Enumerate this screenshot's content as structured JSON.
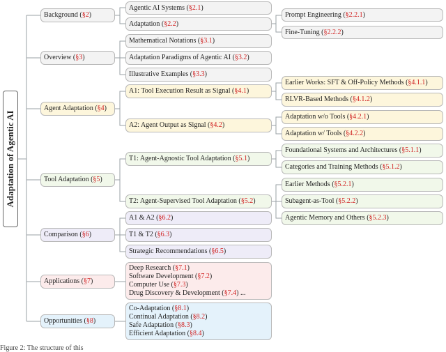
{
  "root": "Adaptation of Agentic AI",
  "caption": "Figure 2: The structure of this",
  "colors": {
    "gray": "#f3f3f3",
    "yellow": "#fdf6dc",
    "green": "#f1f8ea",
    "purple": "#eeecf8",
    "pink": "#fcebeb",
    "blue": "#e4f2fb",
    "ref": "#d02020"
  },
  "nodes": [
    {
      "id": "background",
      "text": "Background (",
      "ref": "§2",
      "tail": ")"
    },
    {
      "id": "agentic_ai_systems",
      "text": "Agentic AI Systems (",
      "ref": "§2.1",
      "tail": ")"
    },
    {
      "id": "adaptation",
      "text": "Adaptation (",
      "ref": "§2.2",
      "tail": ")"
    },
    {
      "id": "prompt_engineering",
      "text": "Prompt Engineering (",
      "ref": "§2.2.1",
      "tail": ")"
    },
    {
      "id": "fine_tuning",
      "text": "Fine-Tuning (",
      "ref": "§2.2.2",
      "tail": ")"
    },
    {
      "id": "overview",
      "text": "Overview (",
      "ref": "§3",
      "tail": ")"
    },
    {
      "id": "math_notations",
      "text": "Mathematical Notations (",
      "ref": "§3.1",
      "tail": ")"
    },
    {
      "id": "adaptation_paradigms",
      "text": "Adaptation Paradigms of Agentic AI (",
      "ref": "§3.2",
      "tail": ")"
    },
    {
      "id": "illustrative_examples",
      "text": "Illustrative Examples (",
      "ref": "§3.3",
      "tail": ")"
    },
    {
      "id": "agent_adaptation",
      "text": "Agent Adaptation (",
      "ref": "§4",
      "tail": ")"
    },
    {
      "id": "a1",
      "text": "A1:  Tool Execution Result as Signal (",
      "ref": "§4.1",
      "tail": ")"
    },
    {
      "id": "earlier_works",
      "text": "Earlier Works:  SFT & Off-Policy Methods (",
      "ref": "§4.1.1",
      "tail": ")"
    },
    {
      "id": "rlvr",
      "text": "RLVR-Based Methods (",
      "ref": "§4.1.2",
      "tail": ")"
    },
    {
      "id": "a2",
      "text": "A2:  Agent Output as Signal (",
      "ref": "§4.2",
      "tail": ")"
    },
    {
      "id": "adapt_wo_tools",
      "text": "Adaptation w/o Tools (",
      "ref": "§4.2.1",
      "tail": ")"
    },
    {
      "id": "adapt_w_tools",
      "text": "Adaptation w/ Tools (",
      "ref": "§4.2.2",
      "tail": ")"
    },
    {
      "id": "tool_adaptation",
      "text": "Tool Adaptation (",
      "ref": "§5",
      "tail": ")"
    },
    {
      "id": "t1",
      "text": "T1:  Agent-Agnostic Tool Adaptation (",
      "ref": "§5.1",
      "tail": ")"
    },
    {
      "id": "foundational",
      "text": "Foundational Systems and Architectures (",
      "ref": "§5.1.1",
      "tail": ")"
    },
    {
      "id": "categories",
      "text": "Categories and Training Methods (",
      "ref": "§5.1.2",
      "tail": ")"
    },
    {
      "id": "t2",
      "text": "T2:  Agent-Supervised Tool Adaptation (",
      "ref": "§5.2",
      "tail": ")"
    },
    {
      "id": "earlier_methods",
      "text": "Earlier Methods (",
      "ref": "§5.2.1",
      "tail": ")"
    },
    {
      "id": "subagent",
      "text": "Subagent-as-Tool (",
      "ref": "§5.2.2",
      "tail": ")"
    },
    {
      "id": "agentic_memory",
      "text": "Agentic Memory and Others (",
      "ref": "§5.2.3",
      "tail": ")"
    },
    {
      "id": "comparison",
      "text": "Comparison (",
      "ref": "§6",
      "tail": ")"
    },
    {
      "id": "a1a2",
      "text": "A1 & A2 (",
      "ref": "§6.2",
      "tail": ")"
    },
    {
      "id": "t1t2",
      "text": "T1 & T2 (",
      "ref": "§6.3",
      "tail": ")"
    },
    {
      "id": "strategic",
      "text": "Strategic Recommendations (",
      "ref": "§6.5",
      "tail": ")"
    },
    {
      "id": "applications",
      "text": "Applications (",
      "ref": "§7",
      "tail": ")"
    },
    {
      "id": "opportunities",
      "text": "Opportunities (",
      "ref": "§8",
      "tail": ")"
    }
  ],
  "multi": [
    {
      "id": "apps_list",
      "lines": [
        {
          "text": "Deep Research (",
          "ref": "§7.1",
          "tail": ")"
        },
        {
          "text": "Software Development (",
          "ref": "§7.2",
          "tail": ")"
        },
        {
          "text": "Computer Use (",
          "ref": "§7.3",
          "tail": ")"
        },
        {
          "text": "Drug Discovery & Development (",
          "ref": "§7.4",
          "tail": ") ..."
        }
      ]
    },
    {
      "id": "opps_list",
      "lines": [
        {
          "text": "Co-Adaptation (",
          "ref": "§8.1",
          "tail": ")"
        },
        {
          "text": "Continual Adaptation (",
          "ref": "§8.2",
          "tail": ")"
        },
        {
          "text": "Safe Adaptation (",
          "ref": "§8.3",
          "tail": ")"
        },
        {
          "text": "Efficient Adaptation (",
          "ref": "§8.4",
          "tail": ")"
        }
      ]
    }
  ]
}
